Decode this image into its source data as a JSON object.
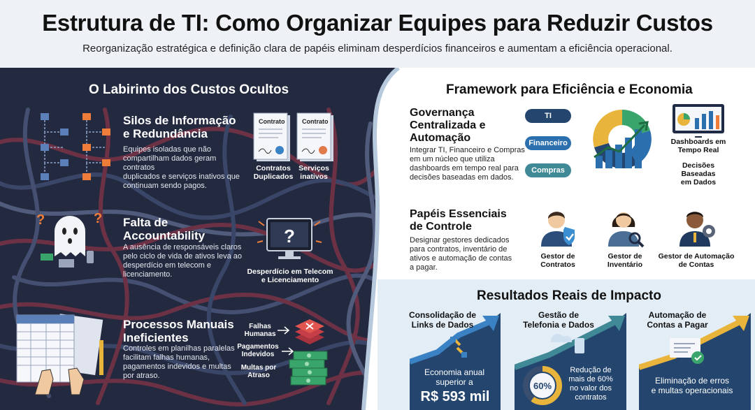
{
  "header": {
    "title": "Estrutura de TI: Como Organizar Equipes para Reduzir Custos",
    "subtitle": "Reorganização estratégica e definição clara de papéis eliminam desperdícios financeiros e aumentam a eficiência operacional."
  },
  "left": {
    "heading": "O Labirinto dos Custos Ocultos",
    "silos": {
      "title_l1": "Silos de Informação",
      "title_l2": "e Redundância",
      "body": [
        "Equipes isoladas que não",
        "compartilham dados geram contratos",
        "duplicados e serviços inativos que",
        "continuam sendo pagos."
      ],
      "doc_label": "Contrato",
      "cap1": [
        "Contratos",
        "Duplicados"
      ],
      "cap2": [
        "Serviços",
        "inativos"
      ]
    },
    "accountability": {
      "title_l1": "Falta de",
      "title_l2": "Accountability",
      "body": [
        "A ausência de responsáveis claros",
        "pelo ciclo de vida de ativos leva ao",
        "desperdício em telecom e",
        "licenciamento."
      ],
      "cap": [
        "Desperdício em Telecom",
        "e Licenciamento"
      ]
    },
    "manual": {
      "title_l1": "Processos Manuais",
      "title_l2": "Ineficientes",
      "body": [
        "Controles em planilhas paralelas",
        "facilitam falhas humanas,",
        "pagamentos indevidos e multas",
        "por atraso."
      ],
      "lbl1": [
        "Falhas",
        "Humanas"
      ],
      "lbl2": [
        "Pagamentos",
        "Indevidos"
      ],
      "lbl3": [
        "Multas por",
        "Atraso"
      ]
    }
  },
  "framework": {
    "heading": "Framework para Eficiência e Economia",
    "governance": {
      "title": [
        "Governança",
        "Centralizada e",
        "Automação"
      ],
      "body": [
        "Integrar TI, Financeiro e Compras",
        "em um núcleo que utiliza",
        "dashboards em tempo real para",
        "decisões baseadas em dados."
      ],
      "pills": [
        "TI",
        "Financeiro",
        "Compras"
      ],
      "cap_dash": [
        "Dashboards em",
        "Tempo Real"
      ],
      "cap_dec": [
        "Decisões",
        "Baseadas",
        "em Dados"
      ]
    },
    "roles": {
      "title": [
        "Papéis Essenciais",
        "de Controle"
      ],
      "body": [
        "Designar gestores dedicados",
        "para contratos, inventário de",
        "ativos e automação de contas",
        "a pagar."
      ],
      "r1": [
        "Gestor de",
        "Contratos"
      ],
      "r2": [
        "Gestor de",
        "Inventário"
      ],
      "r3": [
        "Gestor de Automação",
        "de Contas"
      ]
    }
  },
  "results": {
    "heading": "Resultados Reais de Impacto",
    "c1": {
      "title": [
        "Consolidação de",
        "Links de Dados"
      ],
      "text": [
        "Economia anual",
        "superior a"
      ],
      "value": "R$ 593 mil"
    },
    "c2": {
      "title": [
        "Gestão de",
        "Telefonia e Dados"
      ],
      "percent": "60%",
      "percent_value": 60,
      "text": [
        "Redução de",
        "mais de 60%",
        "no valor dos",
        "contratos"
      ]
    },
    "c3": {
      "title": [
        "Automação de",
        "Contas a Pagar"
      ],
      "text": [
        "Eliminação de erros",
        "e multas operacionais"
      ]
    }
  },
  "colors": {
    "dark_panel": "#232a3f",
    "navy": "#24466e",
    "blue": "#2b6fae",
    "teal": "#3f8a96",
    "orange": "#ef7d3a",
    "green": "#3aa56b",
    "yellow": "#e9b43c"
  }
}
